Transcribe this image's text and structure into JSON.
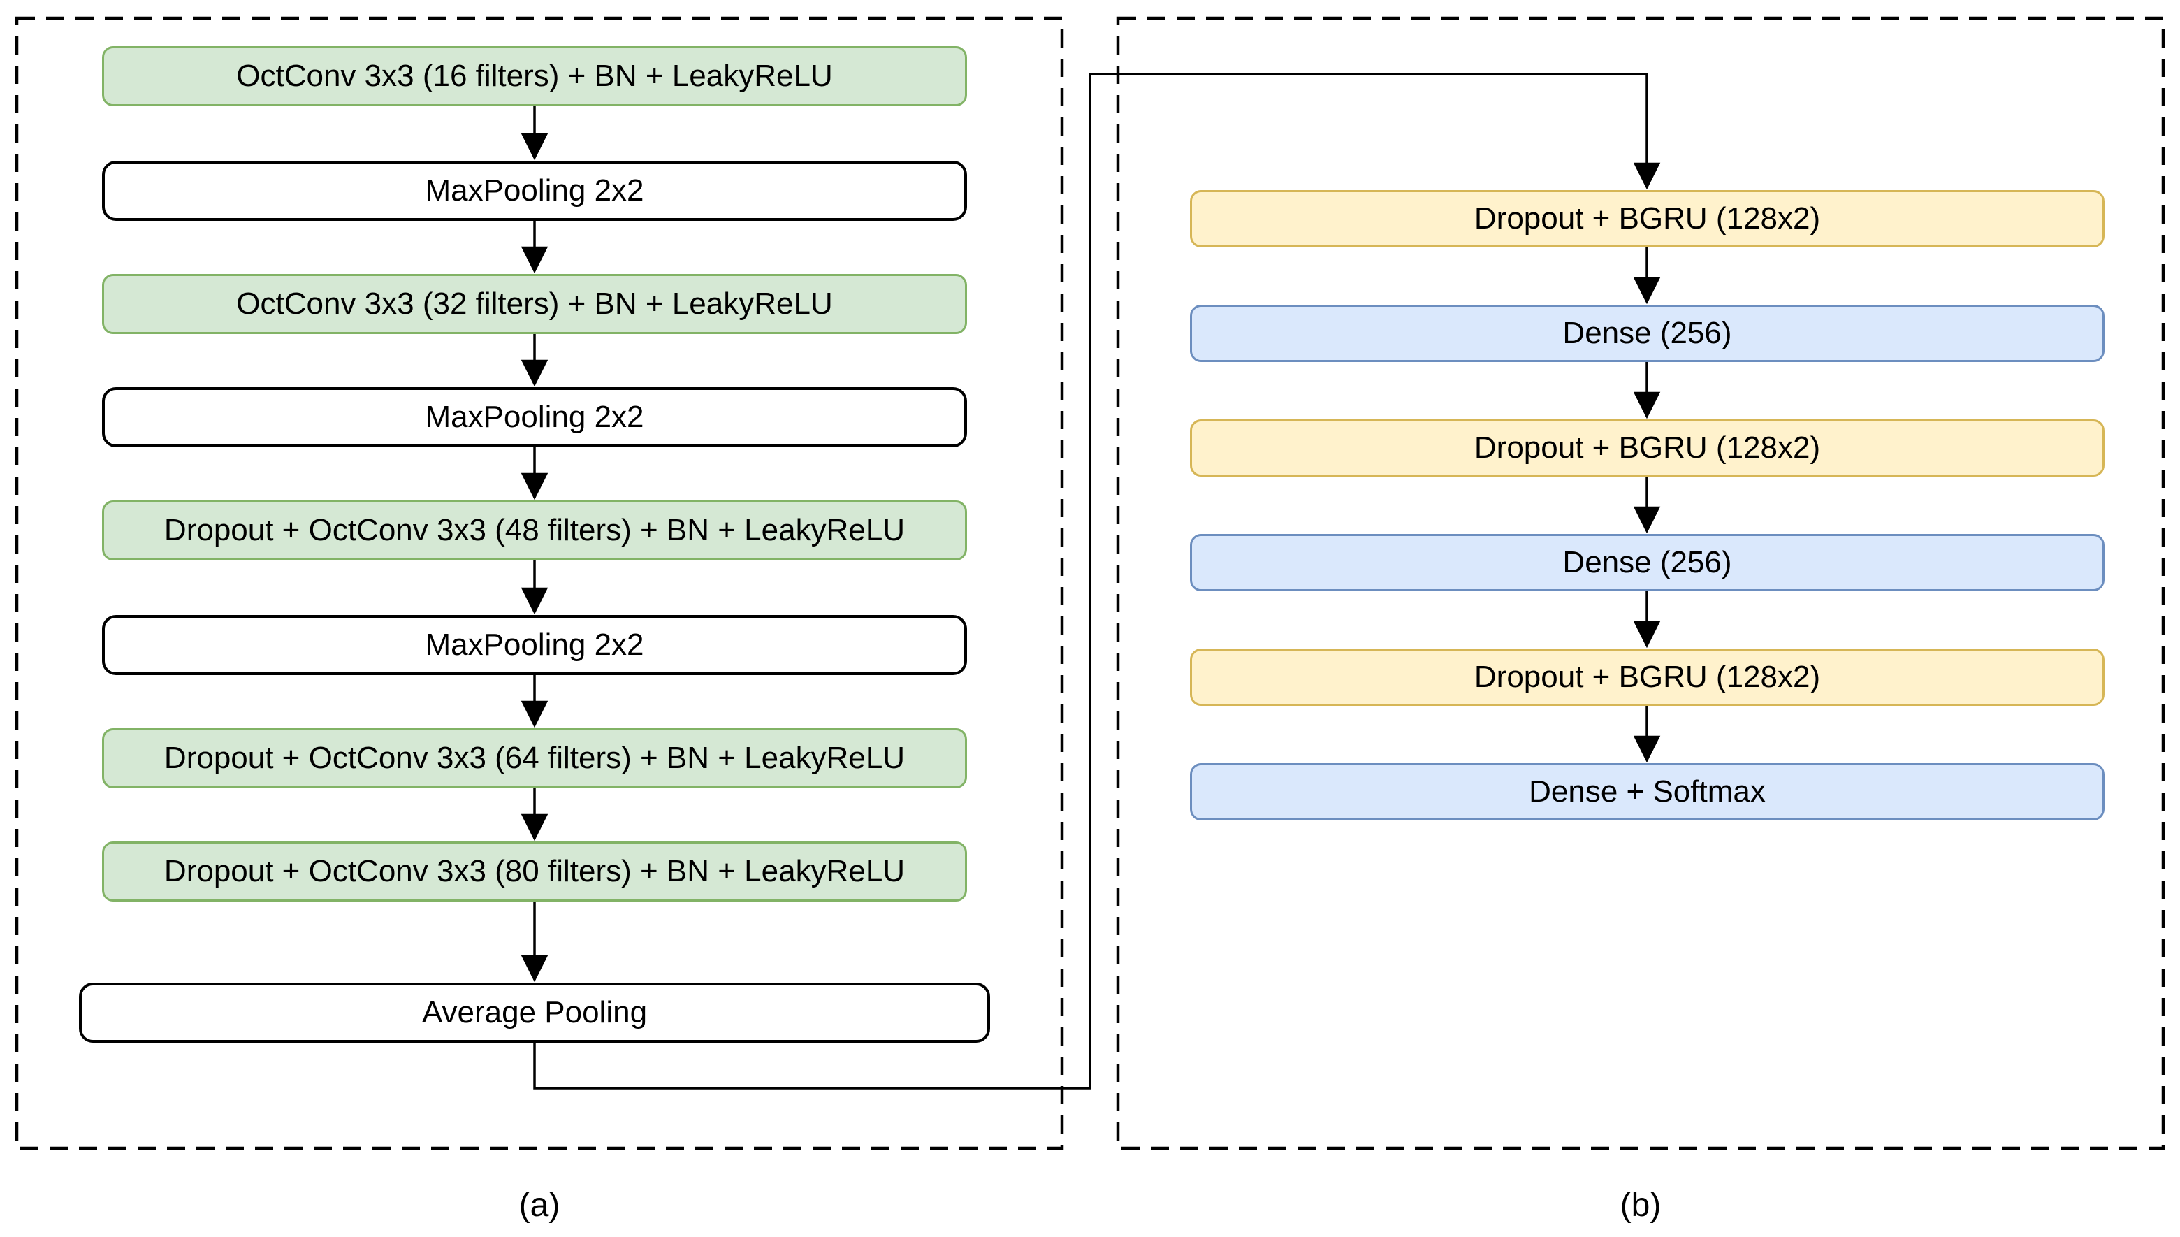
{
  "figure": {
    "type": "neural-network-architecture-diagram",
    "panels": [
      {
        "id": "a",
        "caption": "(a)",
        "blocks": [
          {
            "label": "OctConv 3x3 (16 filters) + BN + LeakyReLU",
            "type": "octconv"
          },
          {
            "label": "MaxPooling 2x2",
            "type": "pooling"
          },
          {
            "label": "OctConv 3x3 (32 filters) + BN + LeakyReLU",
            "type": "octconv"
          },
          {
            "label": "MaxPooling 2x2",
            "type": "pooling"
          },
          {
            "label": "Dropout + OctConv 3x3 (48 filters) + BN + LeakyReLU",
            "type": "octconv"
          },
          {
            "label": "MaxPooling 2x2",
            "type": "pooling"
          },
          {
            "label": "Dropout + OctConv 3x3 (64 filters) + BN + LeakyReLU",
            "type": "octconv"
          },
          {
            "label": "Dropout + OctConv 3x3 (80 filters) + BN + LeakyReLU",
            "type": "octconv"
          },
          {
            "label": "Average Pooling",
            "type": "pooling"
          }
        ]
      },
      {
        "id": "b",
        "caption": "(b)",
        "blocks": [
          {
            "label": "Dropout + BGRU (128x2)",
            "type": "bgru"
          },
          {
            "label": "Dense (256)",
            "type": "dense"
          },
          {
            "label": "Dropout + BGRU (128x2)",
            "type": "bgru"
          },
          {
            "label": "Dense (256)",
            "type": "dense"
          },
          {
            "label": "Dropout + BGRU (128x2)",
            "type": "bgru"
          },
          {
            "label": "Dense + Softmax",
            "type": "dense"
          }
        ]
      }
    ],
    "colors": {
      "octconv_fill": "#d5e8d4",
      "octconv_border": "#82b366",
      "pooling_fill": "#ffffff",
      "pooling_border": "#000000",
      "bgru_fill": "#fff2cc",
      "bgru_border": "#d6b656",
      "dense_fill": "#dae8fc",
      "dense_border": "#6c8ebf",
      "wire": "#000000",
      "panel_border": "#000000",
      "background": "#ffffff"
    }
  }
}
